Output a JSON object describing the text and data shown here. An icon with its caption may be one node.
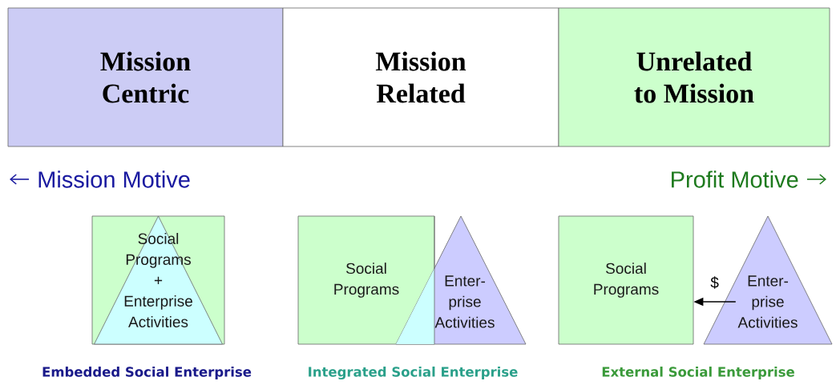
{
  "diagram": {
    "nodes": [
      {
        "text": [
          "Mission Centric"
        ]
      },
      {
        "text": [
          "Mission Related"
        ]
      },
      {
        "text": [
          "Unrelated to Mission"
        ]
      },
      {
        "text": [],
        "shape": "box"
      },
      {
        "text": [
          "Social Programs + Enterprise Activities"
        ],
        "in": 3
      },
      {
        "text": [
          "Social Programs"
        ]
      },
      {
        "text": [
          "Enter- prise Activities"
        ]
      },
      {
        "text": [
          "Social Programs"
        ]
      },
      {
        "text": [
          "Enter- prise Activities"
        ]
      }
    ],
    "edges": [
      {
        "from": 8,
        "to": 7,
        "arrow": "to",
        "label": "$"
      }
    ],
    "labels": [
      "Mission Motive",
      "Profit Motive",
      "Embedded Social Enterprise",
      "Integrated Social Enterprise",
      "External Social Enterprise"
    ]
  }
}
